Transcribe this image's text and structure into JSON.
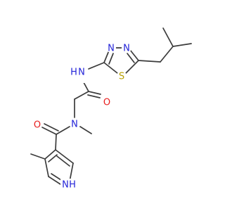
{
  "molecule": {
    "atoms": {
      "n_thiadiazole_top_left": {
        "text": "N",
        "color": "#2323d8"
      },
      "n_thiadiazole_top_right": {
        "text": "N",
        "color": "#2323d8"
      },
      "s_thiadiazole": {
        "text": "S",
        "color": "#b8a000"
      },
      "nh_amide": {
        "text": "N",
        "sub": "H",
        "color": "#2323d8"
      },
      "o_amide_right": {
        "text": "O",
        "color": "#e81e1e"
      },
      "o_amide_left": {
        "text": "O",
        "color": "#e81e1e"
      },
      "n_methyl_amide": {
        "text": "N",
        "color": "#2323d8"
      },
      "nh_pyrrole": {
        "text": "N",
        "sub": "H",
        "color": "#2323d8"
      }
    }
  }
}
